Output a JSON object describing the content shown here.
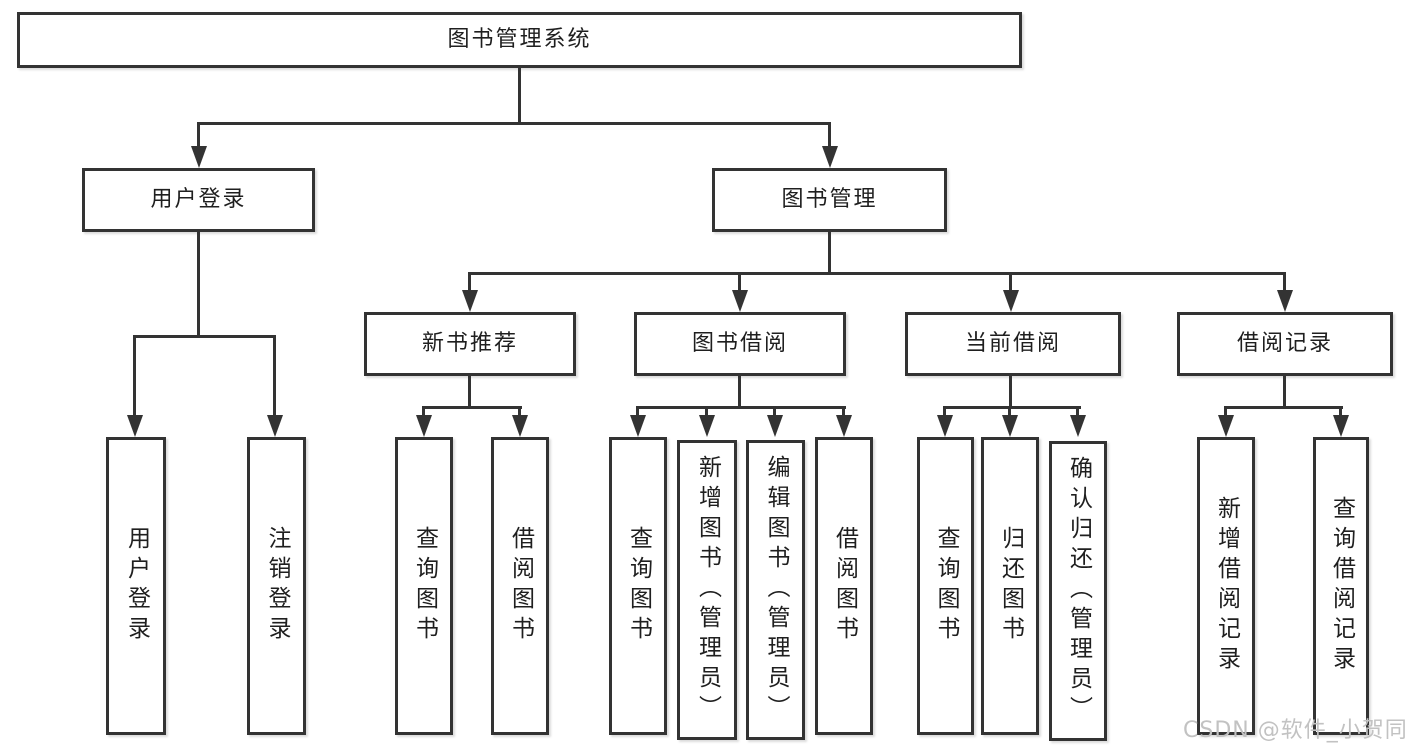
{
  "diagram": {
    "root": {
      "label": "图书管理系统"
    },
    "branches": [
      {
        "label": "用户登录",
        "children": [
          {
            "label": "用户登录"
          },
          {
            "label": "注销登录"
          }
        ]
      },
      {
        "label": "图书管理",
        "children": [
          {
            "label": "新书推荐",
            "children": [
              {
                "label": "查询图书"
              },
              {
                "label": "借阅图书"
              }
            ]
          },
          {
            "label": "图书借阅",
            "children": [
              {
                "label": "查询图书"
              },
              {
                "label": "新增图书（管理员）"
              },
              {
                "label": "编辑图书（管理员）"
              },
              {
                "label": "借阅图书"
              }
            ]
          },
          {
            "label": "当前借阅",
            "children": [
              {
                "label": "查询图书"
              },
              {
                "label": "归还图书"
              },
              {
                "label": "确认归还（管理员）"
              }
            ]
          },
          {
            "label": "借阅记录",
            "children": [
              {
                "label": "新增借阅记录"
              },
              {
                "label": "查询借阅记录"
              }
            ]
          }
        ]
      }
    ],
    "watermark": "CSDN @软件_小贺同学",
    "colors": {
      "line": "#333333",
      "text": "#1f1f1f",
      "watermark": "#c2c2c2",
      "background": "#ffffff"
    }
  }
}
